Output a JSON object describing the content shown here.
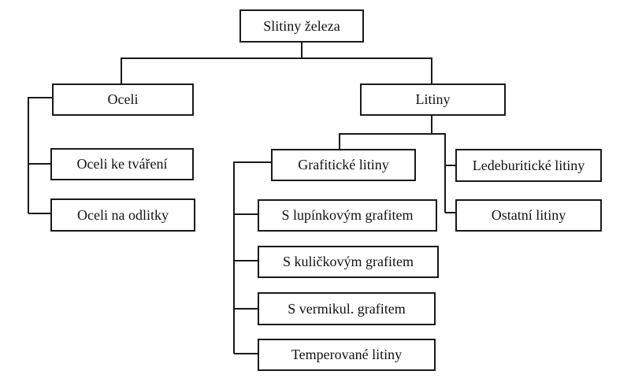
{
  "diagram": {
    "root": "Slitiny železa",
    "steels": {
      "label": "Oceli",
      "children": [
        "Oceli ke tváření",
        "Oceli na odlitky"
      ]
    },
    "cast_irons": {
      "label": "Litiny",
      "graphitic": {
        "label": "Grafitické litiny",
        "children": [
          "S lupínkovým grafitem",
          "S kuličkovým grafitem",
          "S vermikul. grafitem",
          "Temperované litiny"
        ]
      },
      "other": [
        "Ledeburitické litiny",
        "Ostatní litiny"
      ]
    }
  }
}
